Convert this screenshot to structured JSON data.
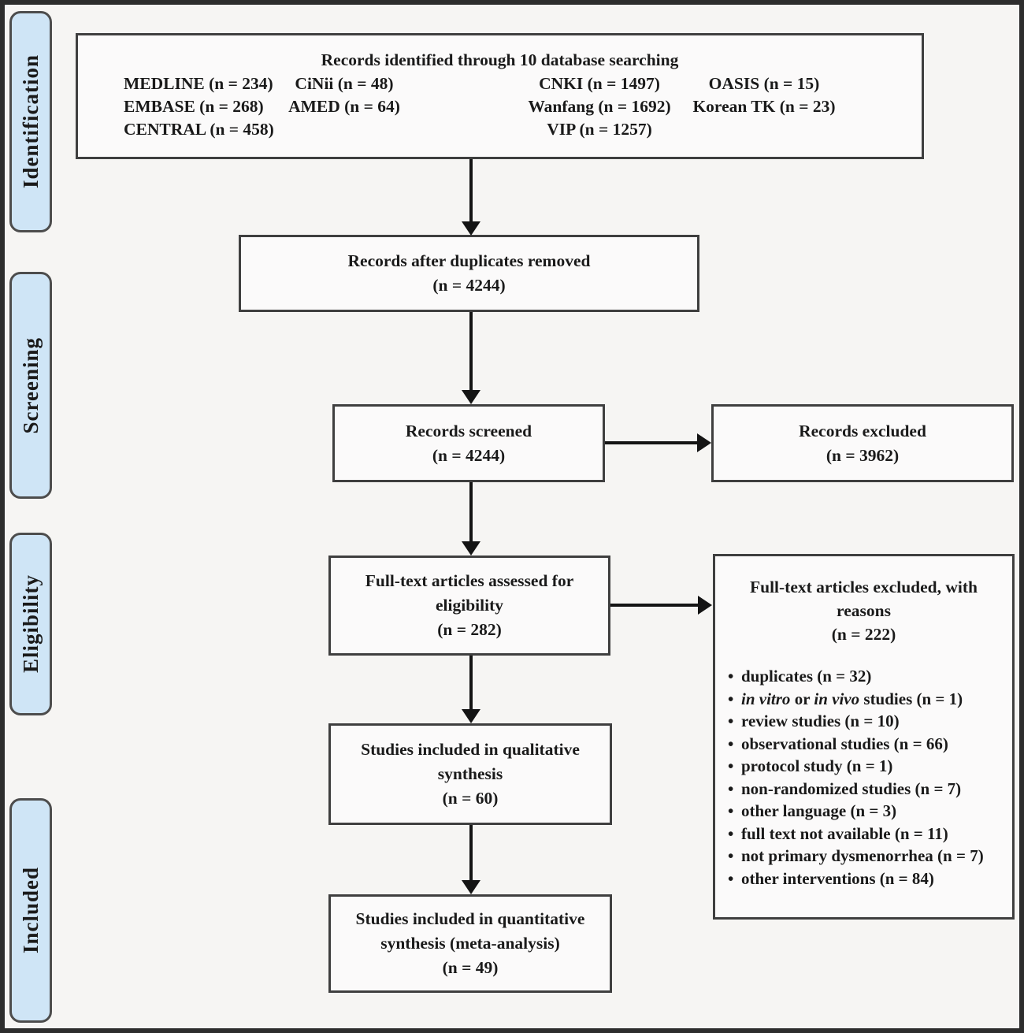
{
  "stages": [
    {
      "id": "identification",
      "label": "Identification"
    },
    {
      "id": "screening",
      "label": "Screening"
    },
    {
      "id": "eligibility",
      "label": "Eligibility"
    },
    {
      "id": "included",
      "label": "Included"
    }
  ],
  "identified_box": {
    "title": "Records identified through 10 database searching",
    "columns": [
      {
        "items": [
          "MEDLINE (n = 234)",
          "EMBASE (n = 268)",
          "CENTRAL (n = 458)"
        ]
      },
      {
        "items": [
          "CiNii (n = 48)",
          "AMED (n = 64)"
        ]
      },
      {
        "items": [
          "CNKI (n = 1497)",
          "Wanfang (n = 1692)",
          "VIP (n = 1257)"
        ]
      },
      {
        "items": [
          "OASIS (n = 15)",
          "Korean TK (n = 23)"
        ]
      }
    ]
  },
  "duplicates_box": {
    "lines": [
      "Records after duplicates removed",
      "(n = 4244)"
    ]
  },
  "screened_box": {
    "lines": [
      "Records screened",
      "(n = 4244)"
    ]
  },
  "records_excluded_box": {
    "lines": [
      "Records excluded",
      "(n = 3962)"
    ]
  },
  "fulltext_box": {
    "lines": [
      "Full-text articles assessed for",
      "eligibility",
      "(n = 282)"
    ]
  },
  "fulltext_excluded_box": {
    "title_lines": [
      "Full-text articles excluded, with",
      "reasons",
      "(n = 222)"
    ],
    "bullet": "•",
    "reasons": [
      [
        {
          "t": "duplicates (n = 32)"
        }
      ],
      [
        {
          "t": "in vitro",
          "i": true
        },
        {
          "t": " or "
        },
        {
          "t": "in vivo",
          "i": true
        },
        {
          "t": " studies (n = 1)"
        }
      ],
      [
        {
          "t": "review studies (n = 10)"
        }
      ],
      [
        {
          "t": "observational studies (n = 66)"
        }
      ],
      [
        {
          "t": "protocol study (n = 1)"
        }
      ],
      [
        {
          "t": "non-randomized studies (n = 7)"
        }
      ],
      [
        {
          "t": "other language (n = 3)"
        }
      ],
      [
        {
          "t": "full text not available (n = 11)"
        }
      ],
      [
        {
          "t": "not primary dysmenorrhea (n = 7)"
        }
      ],
      [
        {
          "t": "other interventions (n = 84)"
        }
      ]
    ]
  },
  "qualitative_box": {
    "lines": [
      "Studies included in qualitative",
      "synthesis",
      "(n = 60)"
    ]
  },
  "quantitative_box": {
    "lines": [
      "Studies included in quantitative",
      "synthesis (meta-analysis)",
      "(n = 49)"
    ]
  },
  "colors": {
    "stage_fill": "#cfe5f6",
    "stage_border": "#4d4d4d",
    "box_border": "#3f3f3f",
    "box_fill": "#fbfafa",
    "arrow": "#141414",
    "frame": "#2d2d2d",
    "background": "#f6f5f3"
  }
}
